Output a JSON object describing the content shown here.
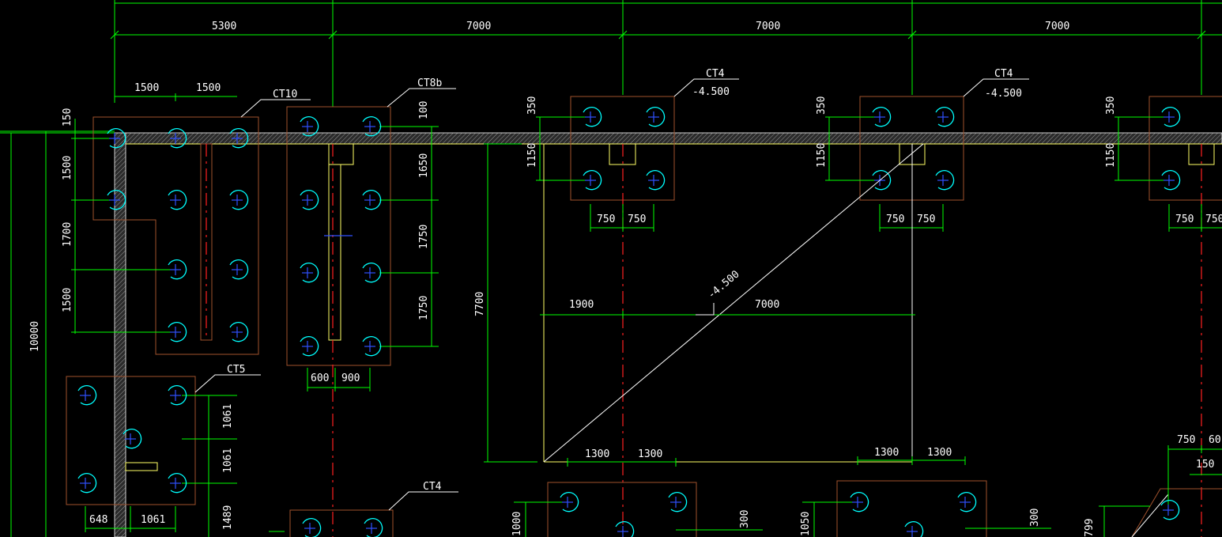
{
  "drawing": {
    "background": "#000000",
    "colors": {
      "grid": "#00ff00",
      "pile_cap": "#a0522d",
      "wall_edge": "#ffff66",
      "axis": "#ff2020",
      "pile_arc": "#00ffff",
      "pile_cross": "#3050ff",
      "text": "#ffffff"
    },
    "top_spans": [
      "5300",
      "7000",
      "7000",
      "7000"
    ],
    "left_overall": "10000",
    "cap_labels": {
      "ct10": "CT10",
      "ct8b": "CT8b",
      "ct4_a": "CT4",
      "ct4_a_elev": "-4.500",
      "ct4_b": "CT4",
      "ct4_b_elev": "-4.500",
      "ct5": "CT5",
      "ct4_c": "CT4"
    },
    "ct10_dims": {
      "top_a": "1500",
      "top_b": "1500",
      "left_a": "150",
      "left_b": "1500",
      "left_c": "1700",
      "left_d": "1500"
    },
    "ct8b_dims": {
      "right_a": "100",
      "right_b": "1650",
      "right_c": "1750",
      "right_d": "1750",
      "bottom_a": "600",
      "bottom_b": "900"
    },
    "ct4a_dims": {
      "left_a": "350",
      "left_b": "1150",
      "bottom_a": "750",
      "bottom_b": "750"
    },
    "ct4b_dims": {
      "left_a": "350",
      "left_b": "1150",
      "bottom_a": "750",
      "bottom_b": "750"
    },
    "ct4c_dims": {
      "left_a": "350",
      "left_b": "1150",
      "bottom_a": "750",
      "bottom_b": "750"
    },
    "pit_dims": {
      "left": "7700",
      "span_a": "1900",
      "span_b": "7000",
      "slope_elev": "-4.500"
    },
    "ct5_dims": {
      "right_a": "1061",
      "right_b": "1061",
      "right_c": "1489",
      "bottom_a": "648",
      "bottom_b": "1061"
    },
    "bottom_caps": {
      "a_top_a": "1300",
      "a_top_b": "1300",
      "a_left": "1000",
      "a_right": "300",
      "b_top_a": "1300",
      "b_top_b": "1300",
      "b_left": "1050",
      "b_right": "300",
      "c_left": "799",
      "c_top_a": "750",
      "c_top_b": "60",
      "c_small": "150"
    }
  }
}
